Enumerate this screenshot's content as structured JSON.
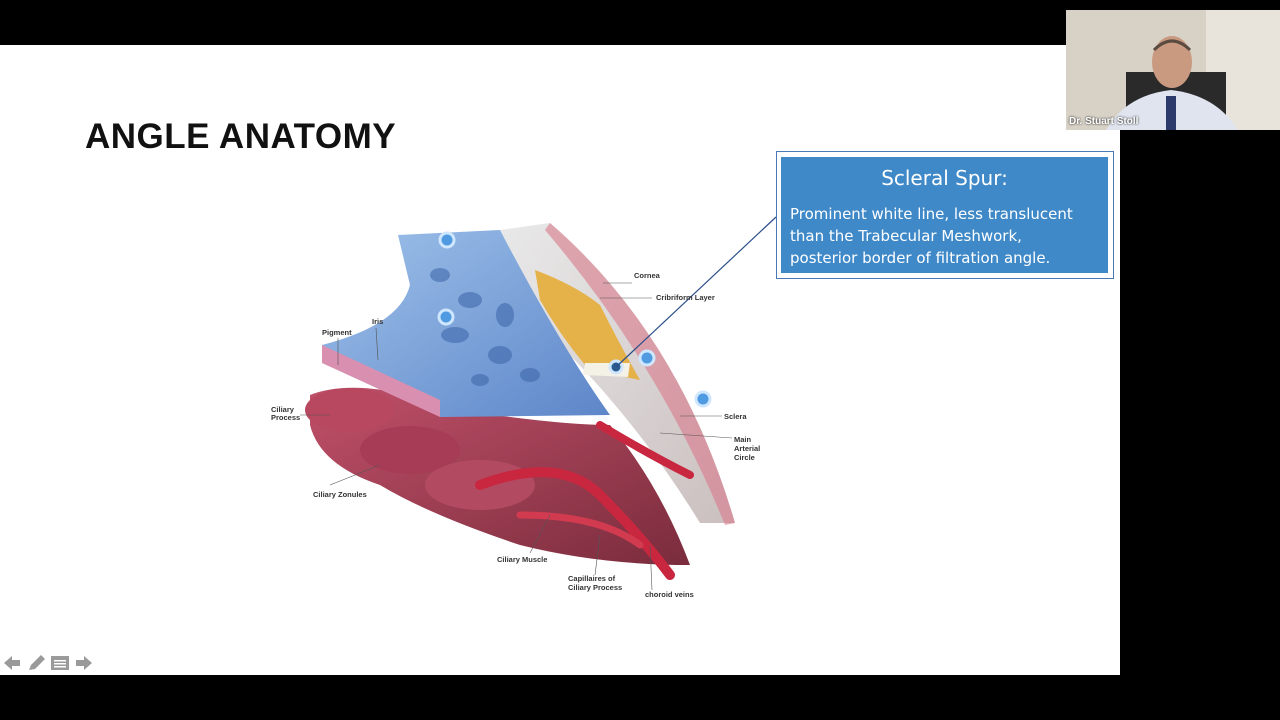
{
  "slide": {
    "title": "ANGLE ANATOMY",
    "callout": {
      "title": "Scleral Spur:",
      "lines": [
        "Prominent white line, less translucent",
        "than the Trabecular Meshwork,",
        "posterior border of filtration angle."
      ]
    },
    "diagram_labels": {
      "cornea": "Cornea",
      "cribriform": "Cribriform Layer",
      "iris": "Iris",
      "pigment": "Pigment",
      "ciliary_process_1": "Ciliary",
      "ciliary_process_2": "Process",
      "ciliary_zonules": "Ciliary Zonules",
      "sclera": "Sclera",
      "main_arterial_1": "Main",
      "main_arterial_2": "Arterial",
      "main_arterial_3": "Circle",
      "ciliary_muscle": "Ciliary Muscle",
      "capillaries_1": "Capillaires of",
      "capillaries_2": "Ciliary Process",
      "choroid_veins": "choroid veins"
    }
  },
  "webcam": {
    "name": "Dr. Stuart Stoll"
  },
  "nav_icons": [
    "arrow-left-icon",
    "pen-icon",
    "menu-icon",
    "arrow-right-icon"
  ],
  "colors": {
    "callout_fill": "#3f89c8",
    "callout_border": "#4a78b4",
    "background": "#000000"
  }
}
